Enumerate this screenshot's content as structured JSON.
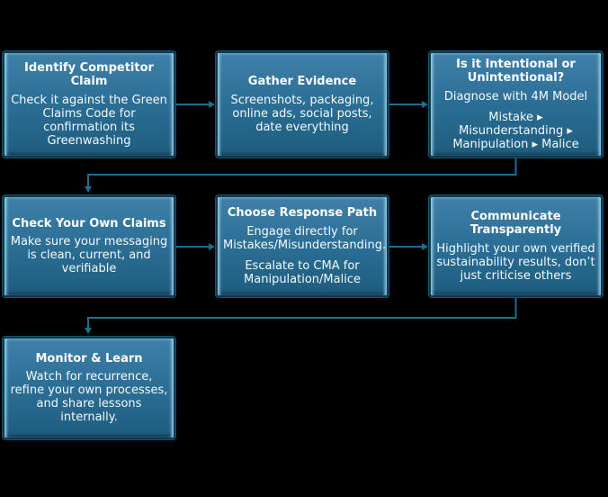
{
  "diagram": {
    "background_color": "#000000",
    "connector_color": "#1f6e91",
    "box_frame_color": "#0c3950",
    "box_gradient_top": "#3f80a8",
    "box_gradient_bottom": "#1d5c7e",
    "box_highlight_color": "#a6d3ec",
    "text_color": "#ffffff",
    "boxes": [
      {
        "title": "Identify Competitor Claim",
        "body": [
          "Check it against the Green Claims Code for confirmation its Greenwashing"
        ]
      },
      {
        "title": "Gather Evidence",
        "body": [
          "Screenshots, packaging, online ads, social posts, date everything"
        ]
      },
      {
        "title": "Is it Intentional or Unintentional?",
        "body": [
          "Diagnose with 4M Model",
          "Mistake ▸ Misunderstanding ▸ Manipulation ▸ Malice"
        ]
      },
      {
        "title": "Check Your Own Claims",
        "body": [
          "Make sure your messaging is clean, current, and verifiable"
        ]
      },
      {
        "title": "Choose Response Path",
        "body": [
          "Engage directly for Mistakes/Misunderstanding.",
          "Escalate to CMA for Manipulation/Malice"
        ]
      },
      {
        "title": "Communicate Transparently",
        "body": [
          "Highlight your own verified sustainability results, don’t just criticise others"
        ]
      },
      {
        "title": "Monitor & Learn",
        "body": [
          "Watch for recurrence, refine your own processes, and share lessons internally."
        ]
      }
    ]
  }
}
